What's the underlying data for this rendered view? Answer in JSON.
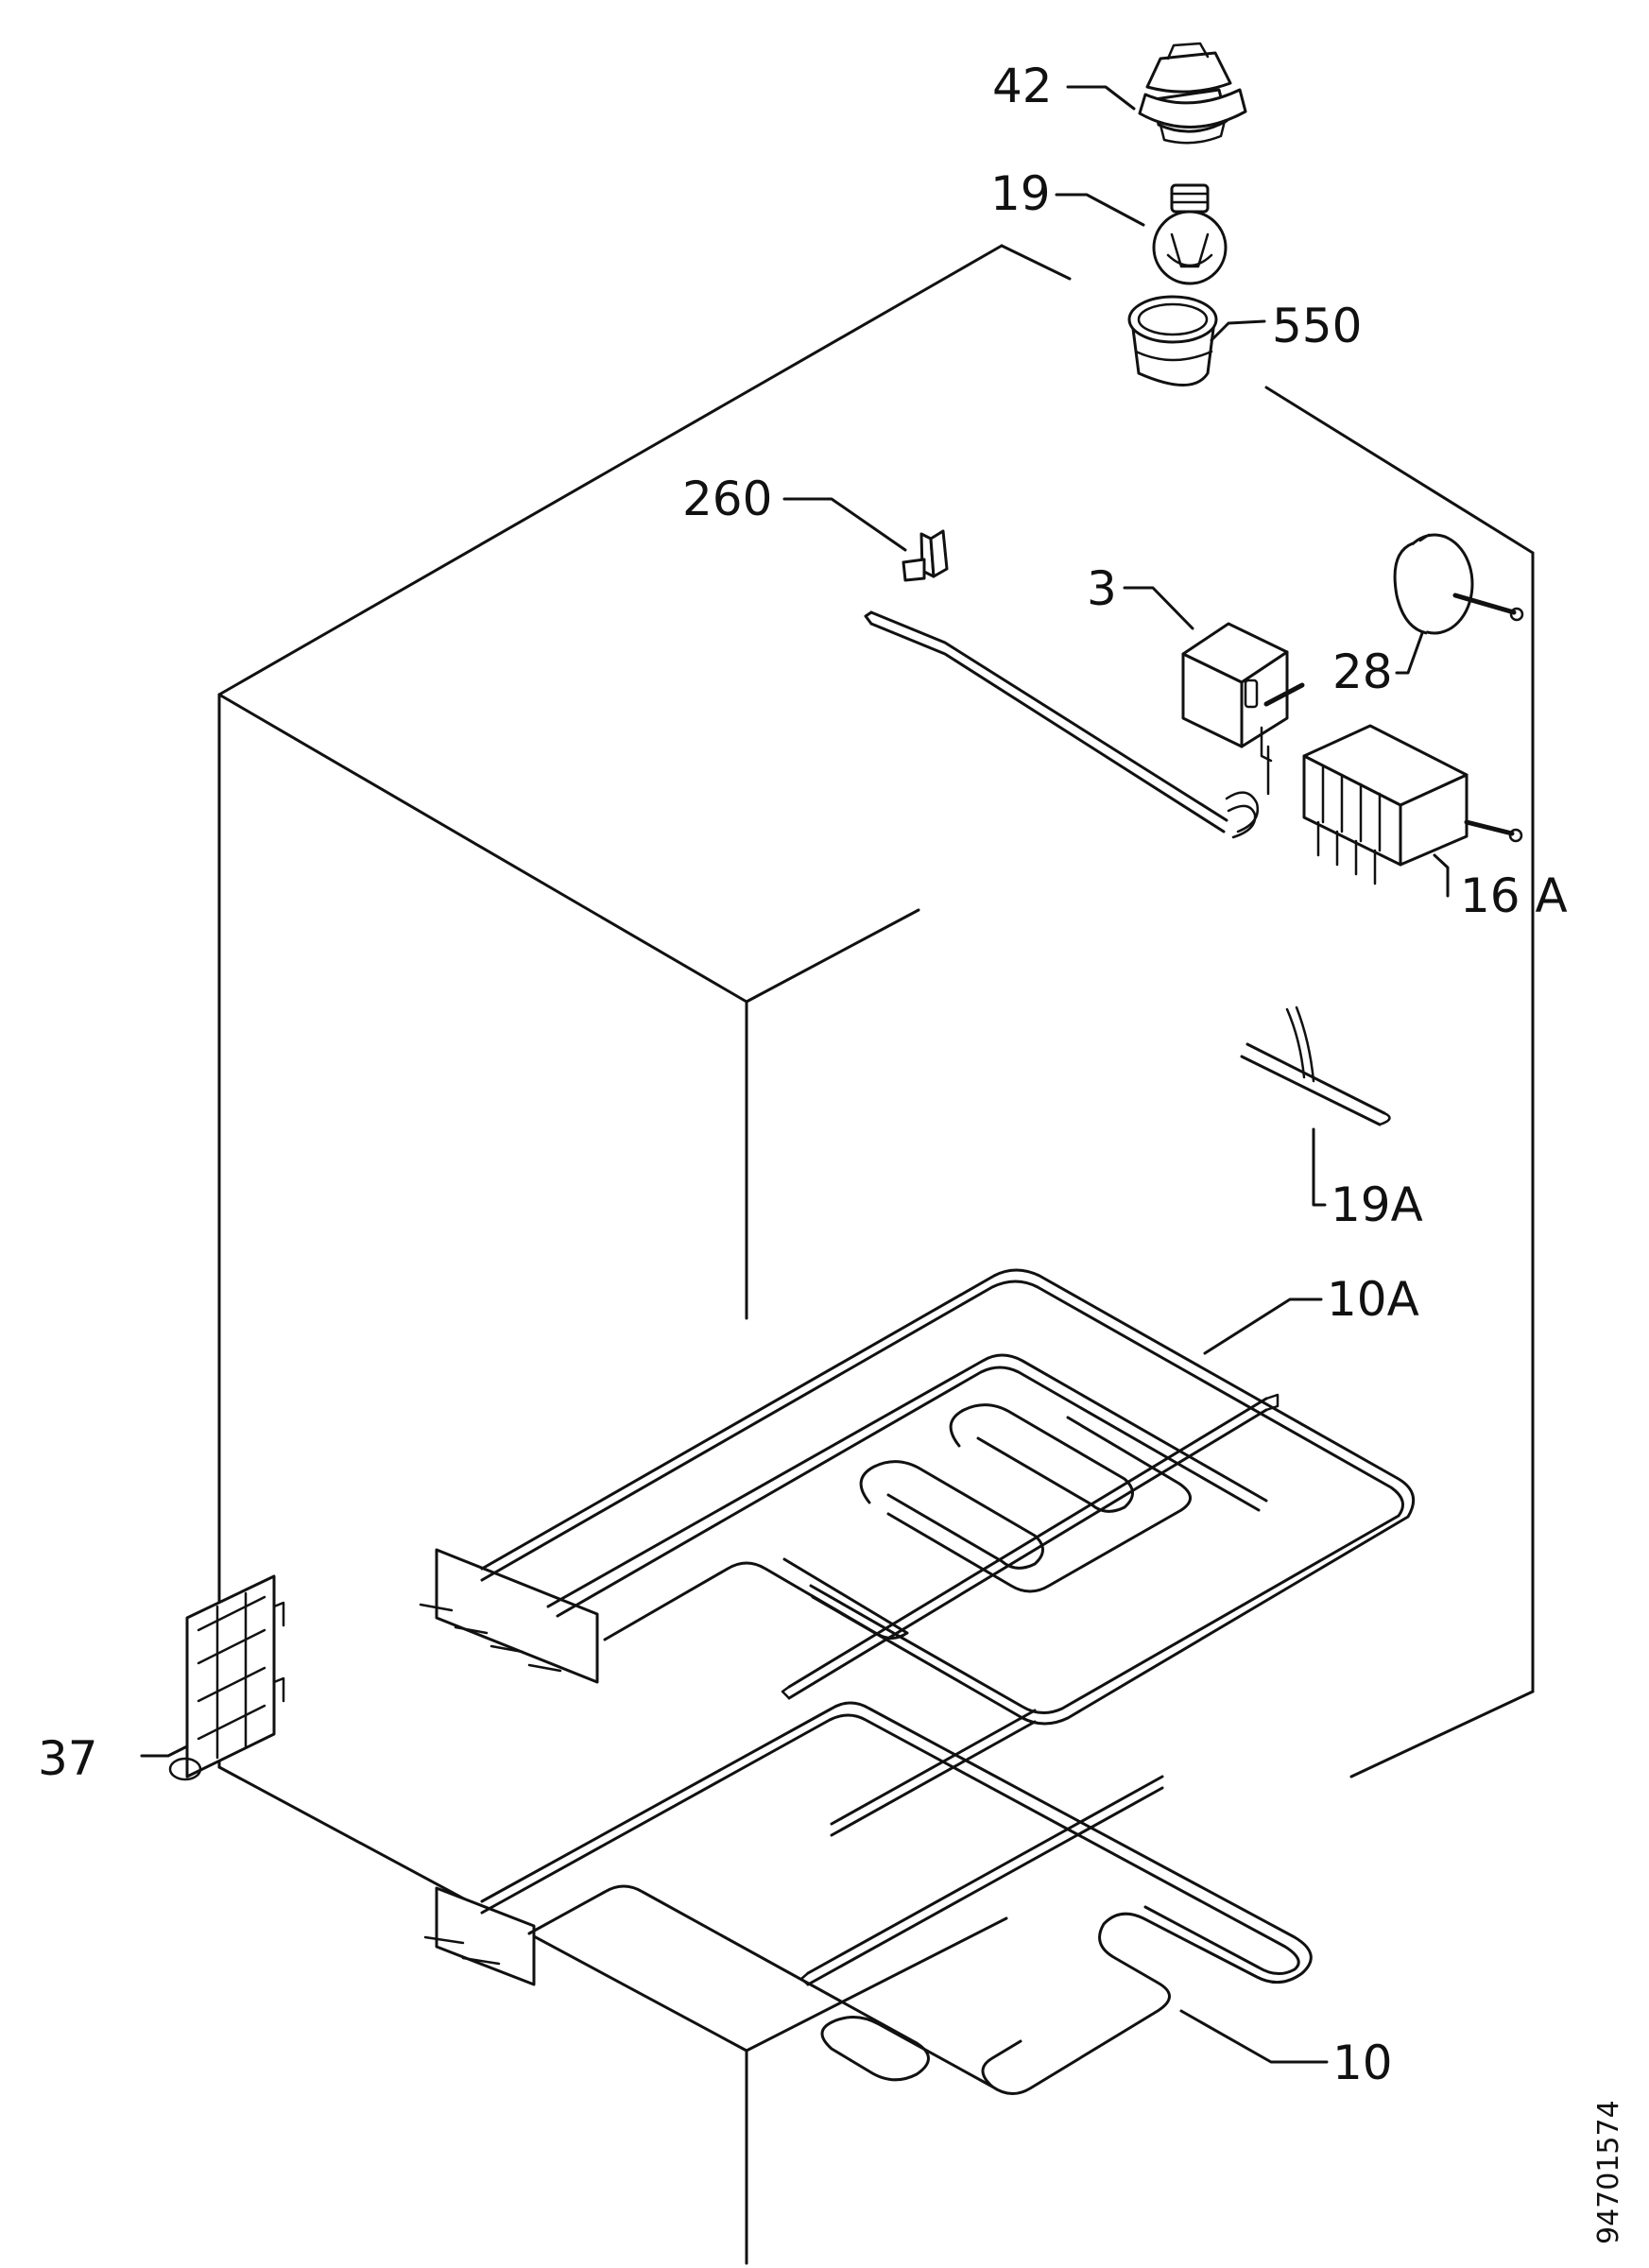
{
  "labels": {
    "p42": "42",
    "p19": "19",
    "p550": "550",
    "p260": "260",
    "p3": "3",
    "p28": "28",
    "p16a": "16 A",
    "p19a": "19A",
    "p10a": "10A",
    "p37": "37",
    "p10": "10"
  },
  "document_number": "94701574"
}
